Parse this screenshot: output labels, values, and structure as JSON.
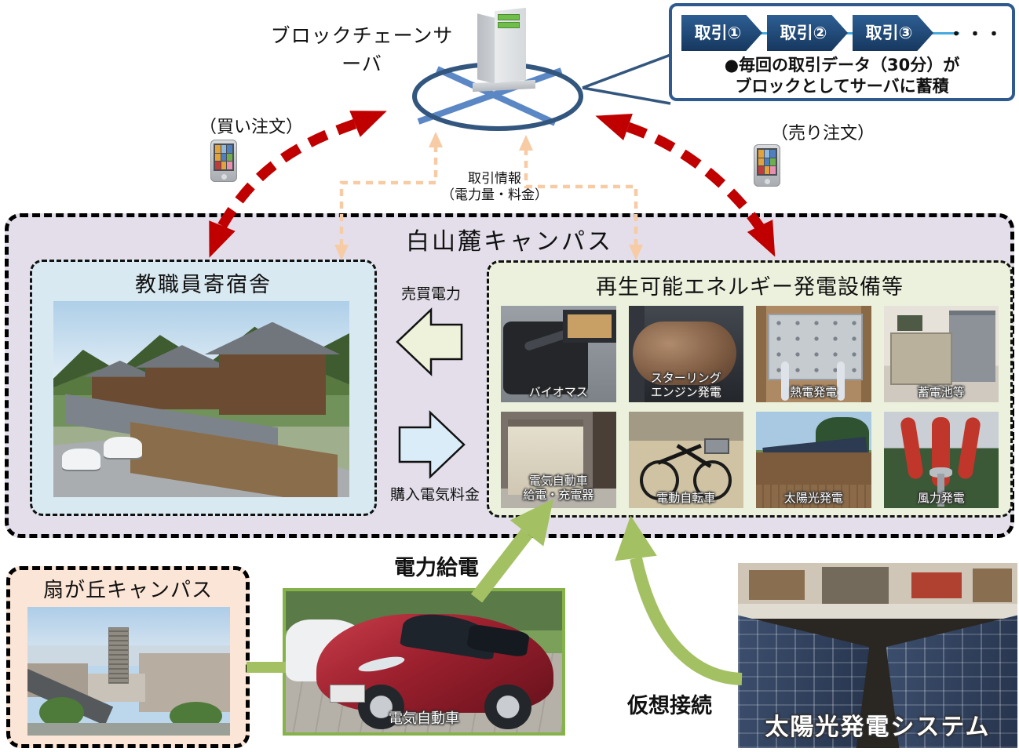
{
  "server": {
    "label": "ブロックチェーンサーバ"
  },
  "transaction_box": {
    "blocks": [
      {
        "label": "取引①"
      },
      {
        "label": "取引②"
      },
      {
        "label": "取引③"
      }
    ],
    "ellipsis": "・・・",
    "note": {
      "line1": "●毎回の取引データ（30分）が",
      "line2": "ブロックとしてサーバに蓄積"
    }
  },
  "orders": {
    "buy_label": "（買い注文）",
    "sell_label": "（売り注文）"
  },
  "transaction_info": {
    "line1": "取引情報",
    "line2": "（電力量・料金）"
  },
  "hakusanroku_campus": {
    "title": "白山麓キャンパス",
    "dormitory": {
      "title": "教職員寄宿舎"
    },
    "power_flow": {
      "trade_label": "売買電力",
      "purchase_label": "購入電気料金"
    },
    "equipment": {
      "title": "再生可能エネルギー発電設備等",
      "items": [
        {
          "caption": "バイオマス"
        },
        {
          "caption": "スターリング\nエンジン発電"
        },
        {
          "caption": "熱電発電"
        },
        {
          "caption": "蓄電池等"
        },
        {
          "caption": "電気自動車\n給電・充電器"
        },
        {
          "caption": "電動自転車"
        },
        {
          "caption": "太陽光発電"
        },
        {
          "caption": "風力発電"
        }
      ]
    }
  },
  "ogigaoka_campus": {
    "title": "扇が丘キャンパス"
  },
  "ev": {
    "caption": "電気自動車",
    "flow_label": "電力給電"
  },
  "solar_system": {
    "caption": "太陽光発電システム",
    "flow_label": "仮想接続"
  },
  "colors": {
    "red_arrow": "#C00000",
    "green_arrow": "#A3C162",
    "orange_connector": "#F7CBA4",
    "blue_ring": "#33567E",
    "blue_cross": "#5B87C5",
    "block_fill": "#1F4E79",
    "campus_bg": "#E3DEEA",
    "dormitory_bg": "#D9E9F2",
    "equipment_bg": "#EBF1DC",
    "ogigaoka_bg": "#FBE5D6"
  }
}
